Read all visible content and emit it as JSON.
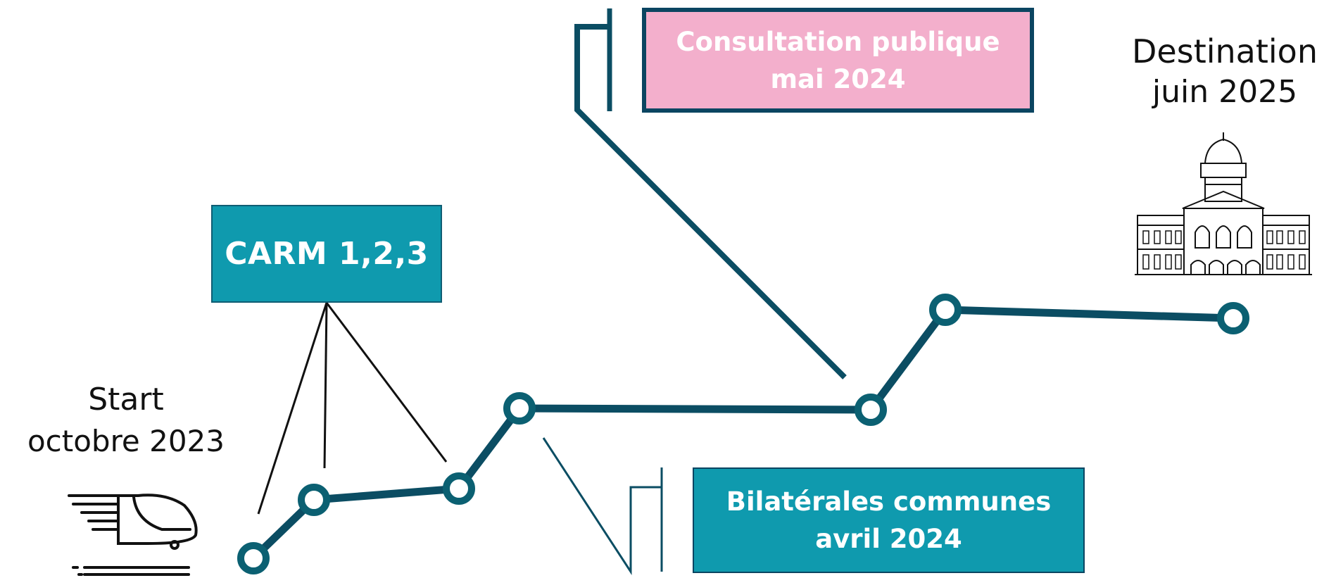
{
  "start": {
    "title": "Start",
    "date": "octobre 2023"
  },
  "destination": {
    "title": "Destination",
    "date": "juin 2025"
  },
  "carm_box": {
    "label": "CARM 1,2,3"
  },
  "consultation_box": {
    "line1": "Consultation publique",
    "line2": "mai 2024"
  },
  "bilaterales_box": {
    "line1": "Bilatérales communes",
    "line2": "avril 2024"
  },
  "icons": {
    "start": "train-icon",
    "destination": "federal-palace-icon"
  },
  "colors": {
    "path": "#0b4d63",
    "milestone_ring": "#0b6072",
    "teal_box": "#0f9aae",
    "pink_box": "#f3afcc",
    "box_border": "#0b4561"
  }
}
